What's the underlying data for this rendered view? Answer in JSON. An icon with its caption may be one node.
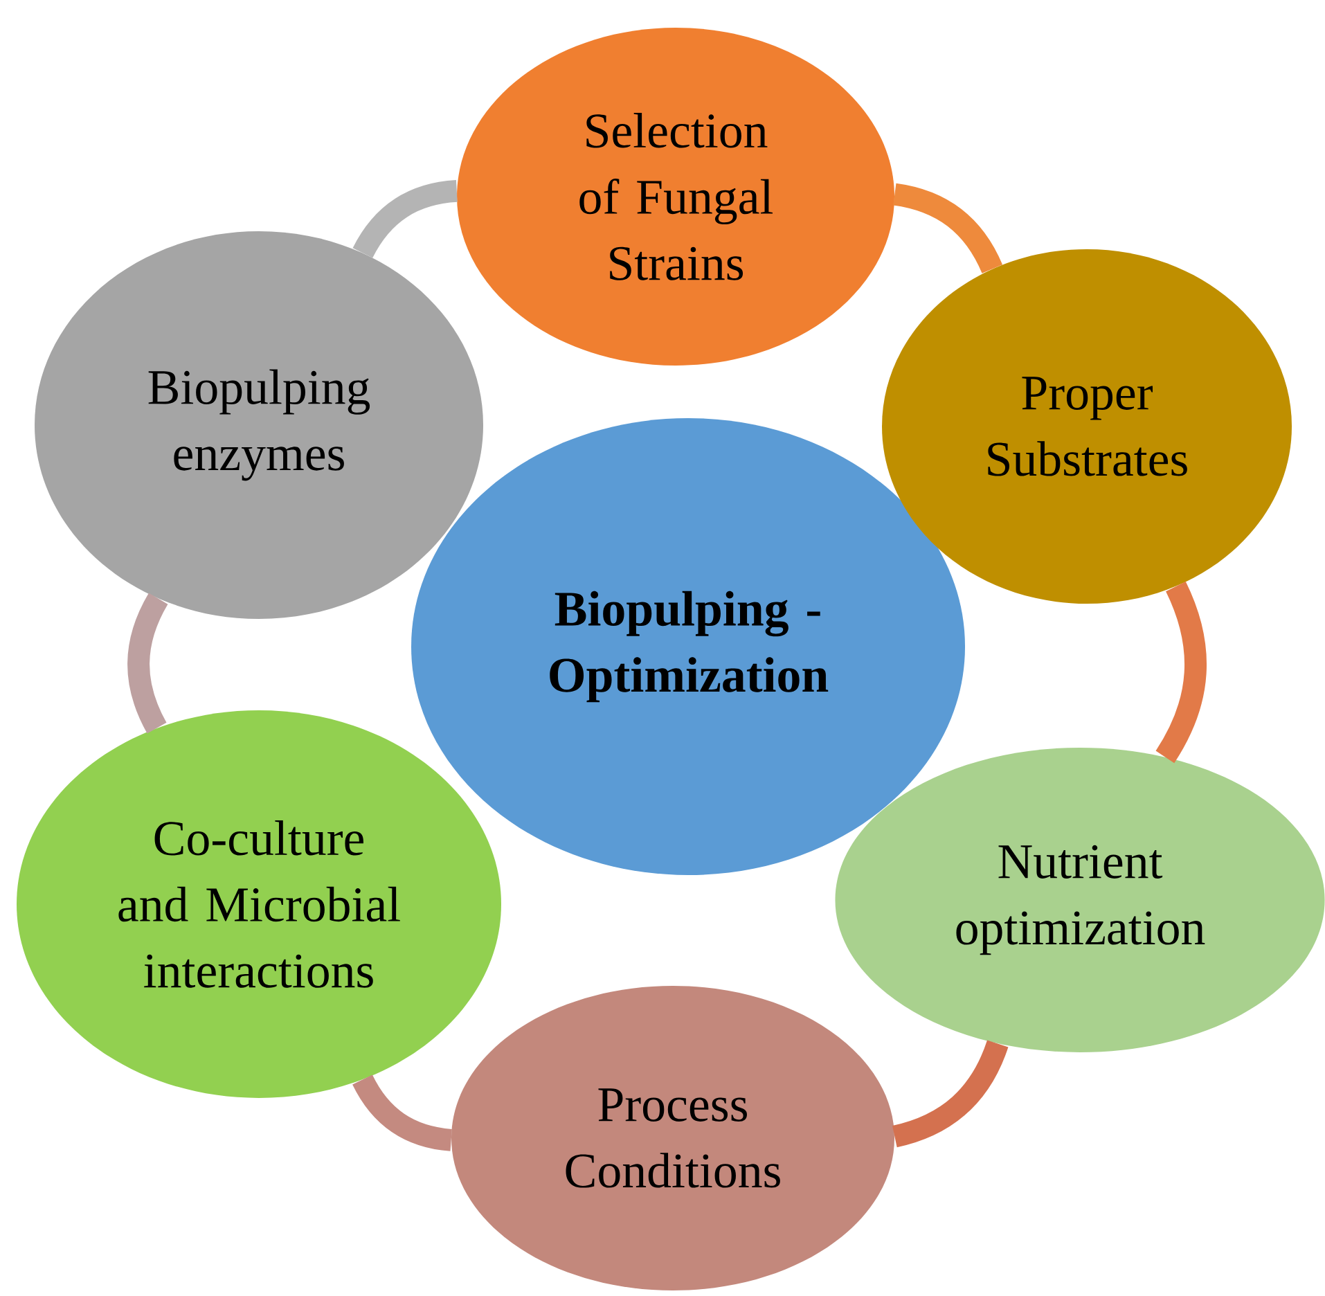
{
  "diagram": {
    "nodes": [
      {
        "text": [
          "**Biopulping - Optimization**"
        ]
      },
      {
        "text": [
          "Selection of Fungal Strains"
        ]
      },
      {
        "text": [
          "Proper Substrates"
        ]
      },
      {
        "text": [
          "Nutrient optimization"
        ]
      },
      {
        "text": [
          "Process Conditions"
        ]
      },
      {
        "text": [
          "Co-culture and Microbial interactions"
        ]
      },
      {
        "text": [
          "Biopulping enzymes"
        ]
      }
    ],
    "edges": [
      {
        "from": 1,
        "to": 2,
        "arrow": "none",
        "color": "#ee8a3c"
      },
      {
        "from": 2,
        "to": 3,
        "arrow": "none",
        "color": "#e27a48"
      },
      {
        "from": 3,
        "to": 4,
        "arrow": "none",
        "color": "#d4714f"
      },
      {
        "from": 4,
        "to": 5,
        "arrow": "none",
        "color": "#c48a80"
      },
      {
        "from": 5,
        "to": 6,
        "arrow": "none",
        "color": "#bda0a0"
      },
      {
        "from": 6,
        "to": 1,
        "arrow": "none",
        "color": "#b4b4b4"
      }
    ]
  }
}
